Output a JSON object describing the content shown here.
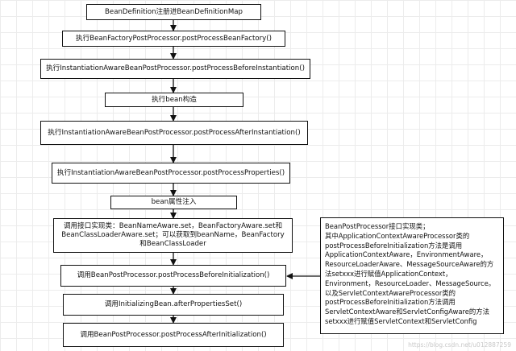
{
  "steps": [
    "BeanDefinition注册进BeanDefinitionMap",
    "执行BeanFactoryPostProcessor.postProcessBeanFactory()",
    "执行InstantiationAwareBeanPostProcessor.postProcessBeforeInstantiation()",
    "执行bean构造",
    "执行InstantiationAwareBeanPostProcessor.postProcessAfterInstantiation()",
    "执行InstantiationAwareBeanPostProcessor.postProcessProperties()",
    "bean属性注入",
    "调用接口实现类：BeanNameAware.set，BeanFactoryAware.set和BeanClassLoaderAware.set；可以获取到beanName，BeanFactory和BeanClassLoader",
    "调用BeanPostProcessor.postProcessBeforeInitialization()",
    "调用InitializingBean.afterPropertiesSet()",
    "调用BeanPostProcessor.postProcessAfterInitialization()"
  ],
  "note": "BeanPostProcessor接口实现类；\n其中ApplicationContextAwareProcessor类的postProcessBeforeInitialization方法是调用ApplicationContextAware，EnvironmentAware，ResourceLoaderAware、MessageSourceAware的方法setxxx进行赋值ApplicationContext，Environment，ResourceLoader、MessageSource。以及ServletContextAwareProcessor类的postProcessBeforeInitialization方法调用ServletContextAware和ServletConfigAware的方法setxxx进行赋值ServletContext和ServletConfig",
  "watermark": "https://blog.csdn.net/u012887259"
}
